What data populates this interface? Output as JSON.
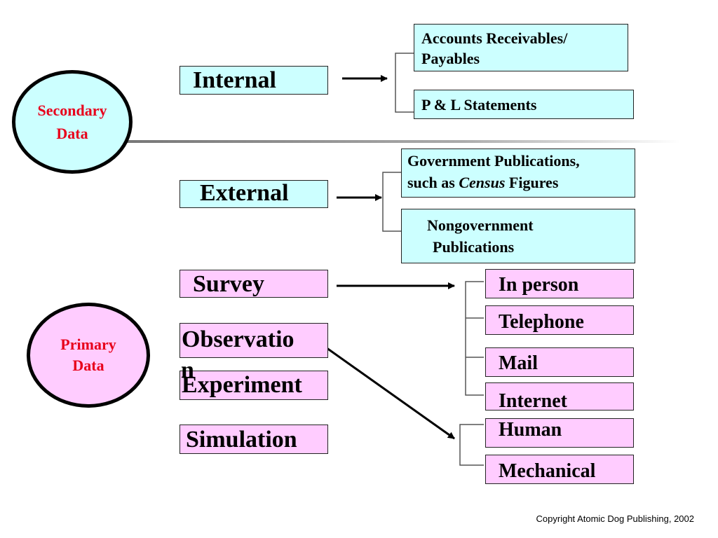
{
  "secondary": {
    "line1": "Secondary",
    "line2": "Data",
    "color": "#e8001c",
    "fill": "#ccffff"
  },
  "primary": {
    "line1": "Primary",
    "line2": "Data",
    "color": "#e8001c",
    "fill": "#ffccff"
  },
  "internal": {
    "label": "Internal",
    "children": [
      "Accounts Receivables/",
      "Payables",
      "P & L Statements"
    ]
  },
  "external": {
    "label": "External",
    "gov_line1": "Government Publications,",
    "gov_line2_prefix": "such as",
    "gov_line2_em": "Census",
    "gov_line2_suffix": "Figures",
    "nongov_line1": "Nongovernment",
    "nongov_line2": "Publications"
  },
  "methods": {
    "survey": "Survey",
    "observation": "Observatio",
    "observation_wrap": "n",
    "experiment": "Experiment",
    "simulation": "Simulation"
  },
  "survey_children": [
    "In person",
    "Telephone",
    "Mail",
    "Internet"
  ],
  "observation_children": [
    "Human",
    "Mechanical"
  ],
  "copyright": "Copyright Atomic Dog Publishing, 2002"
}
